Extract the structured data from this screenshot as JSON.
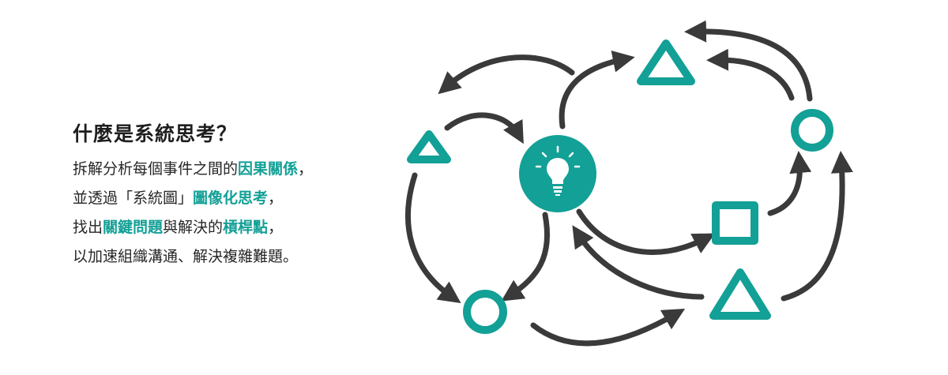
{
  "title": "什麼是系統思考？",
  "lines": [
    [
      {
        "t": "拆解分析每個事件之間的",
        "hl": false
      },
      {
        "t": "因果關係",
        "hl": true
      },
      {
        "t": "，",
        "hl": false
      }
    ],
    [
      {
        "t": "並透過「系統圖」",
        "hl": false
      },
      {
        "t": "圖像化思考",
        "hl": true
      },
      {
        "t": "，",
        "hl": false
      }
    ],
    [
      {
        "t": "找出",
        "hl": false
      },
      {
        "t": "關鍵問題",
        "hl": true
      },
      {
        "t": "與解決的",
        "hl": false
      },
      {
        "t": "槓桿點",
        "hl": true
      },
      {
        "t": "，",
        "hl": false
      }
    ],
    [
      {
        "t": "以加速組織溝通、解決複雜難題。",
        "hl": false
      }
    ]
  ],
  "colors": {
    "accent": "#13a096",
    "arrow": "#3a3a3a",
    "text": "#262626",
    "bulb_bg": "#13a096",
    "bulb_fg": "#ffffff"
  },
  "diagram": {
    "center": "lightbulb-icon",
    "nodes": [
      "triangle",
      "triangle",
      "triangle",
      "circle",
      "circle",
      "square"
    ]
  }
}
